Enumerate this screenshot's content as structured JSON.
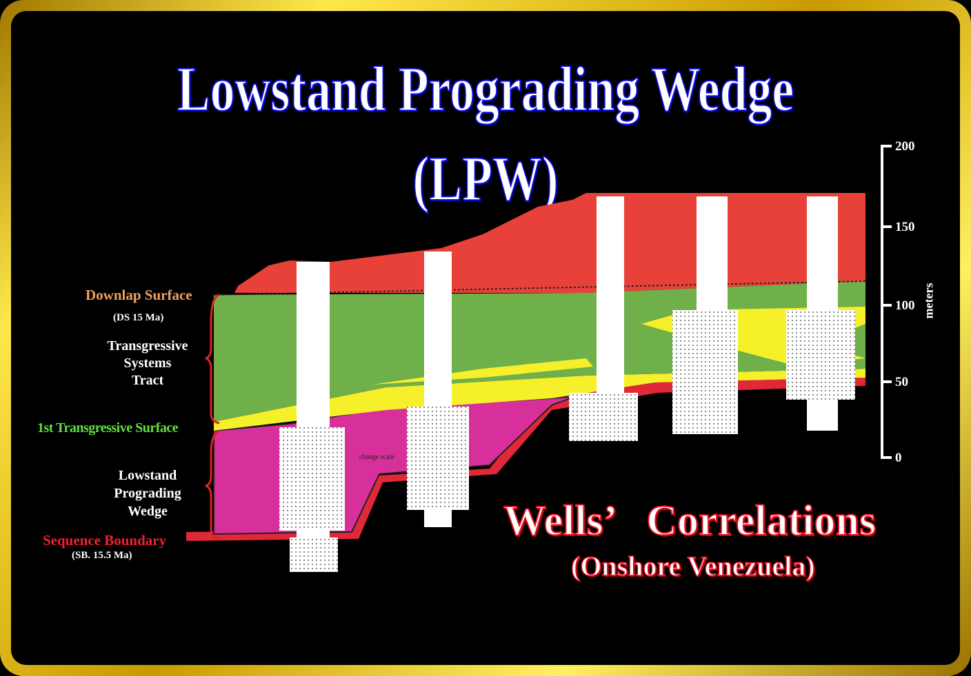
{
  "title": {
    "line1": "Lowstand Prograding Wedge",
    "line2": "(LPW)"
  },
  "labels": {
    "downlap_surface": "Downlap Surface",
    "downlap_age": "(DS 15 Ma)",
    "tst": [
      "Transgressive",
      "Systems",
      "Tract"
    ],
    "first_ts": "1st Transgressive Surface",
    "lpw": [
      "Lowstand",
      "Prograding",
      "Wedge"
    ],
    "sequence_boundary": "Sequence Boundary",
    "sb_age": "(SB. 15.5 Ma)",
    "change_scale": "change scale"
  },
  "subtitle": {
    "main": "Wells’   Correlations",
    "sub": "(Onshore Venezuela)"
  },
  "scale": {
    "ticks": [
      "200",
      "150",
      "100",
      "50",
      "0"
    ],
    "unit": "meters"
  },
  "colors": {
    "hst_red": "#e8413a",
    "tst_green": "#6fb04a",
    "yellow": "#f5f02a",
    "lpw_magenta": "#d8309a",
    "sb_red": "#e02838",
    "title_blue": "#1010e0"
  }
}
